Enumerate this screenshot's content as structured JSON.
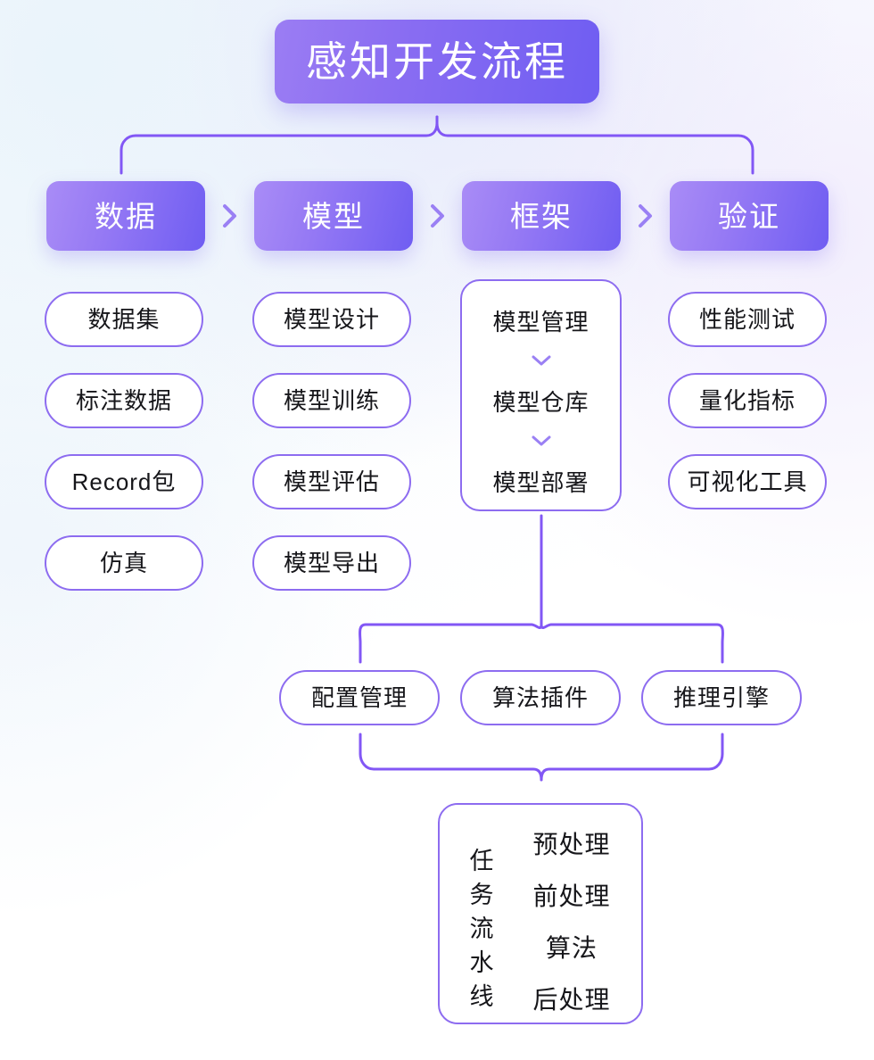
{
  "title": {
    "text": "感知开发流程"
  },
  "stages": [
    {
      "label": "数据"
    },
    {
      "label": "模型"
    },
    {
      "label": "框架"
    },
    {
      "label": "验证"
    }
  ],
  "separators": [
    {
      "icon": "chevron-right-icon"
    },
    {
      "icon": "chevron-right-icon"
    },
    {
      "icon": "chevron-right-icon"
    }
  ],
  "columns": [
    {
      "stage": "数据",
      "items": [
        "数据集",
        "标注数据",
        "Record包",
        "仿真"
      ]
    },
    {
      "stage": "模型",
      "items": [
        "模型设计",
        "模型训练",
        "模型评估",
        "模型导出"
      ]
    },
    {
      "stage": "框架",
      "items": [
        "模型管理",
        "模型仓库",
        "模型部署"
      ],
      "arrow_icon": "chevron-down-icon"
    },
    {
      "stage": "验证",
      "items": [
        "性能测试",
        "量化指标",
        "可视化工具"
      ]
    }
  ],
  "framework_children": [
    "配置管理",
    "算法插件",
    "推理引擎"
  ],
  "pipeline": {
    "label_chars": [
      "任",
      "务",
      "流",
      "水",
      "线"
    ],
    "steps": [
      "预处理",
      "前处理",
      "算法",
      "后处理"
    ]
  },
  "colors": {
    "accent": "#8d6cf0",
    "accent_light": "#9a80f4",
    "chip_gradient_from": "#a98cf6",
    "chip_gradient_to": "#6f5df2",
    "text": "#16161a",
    "chip_text": "#ffffff",
    "background": "#ffffff"
  }
}
